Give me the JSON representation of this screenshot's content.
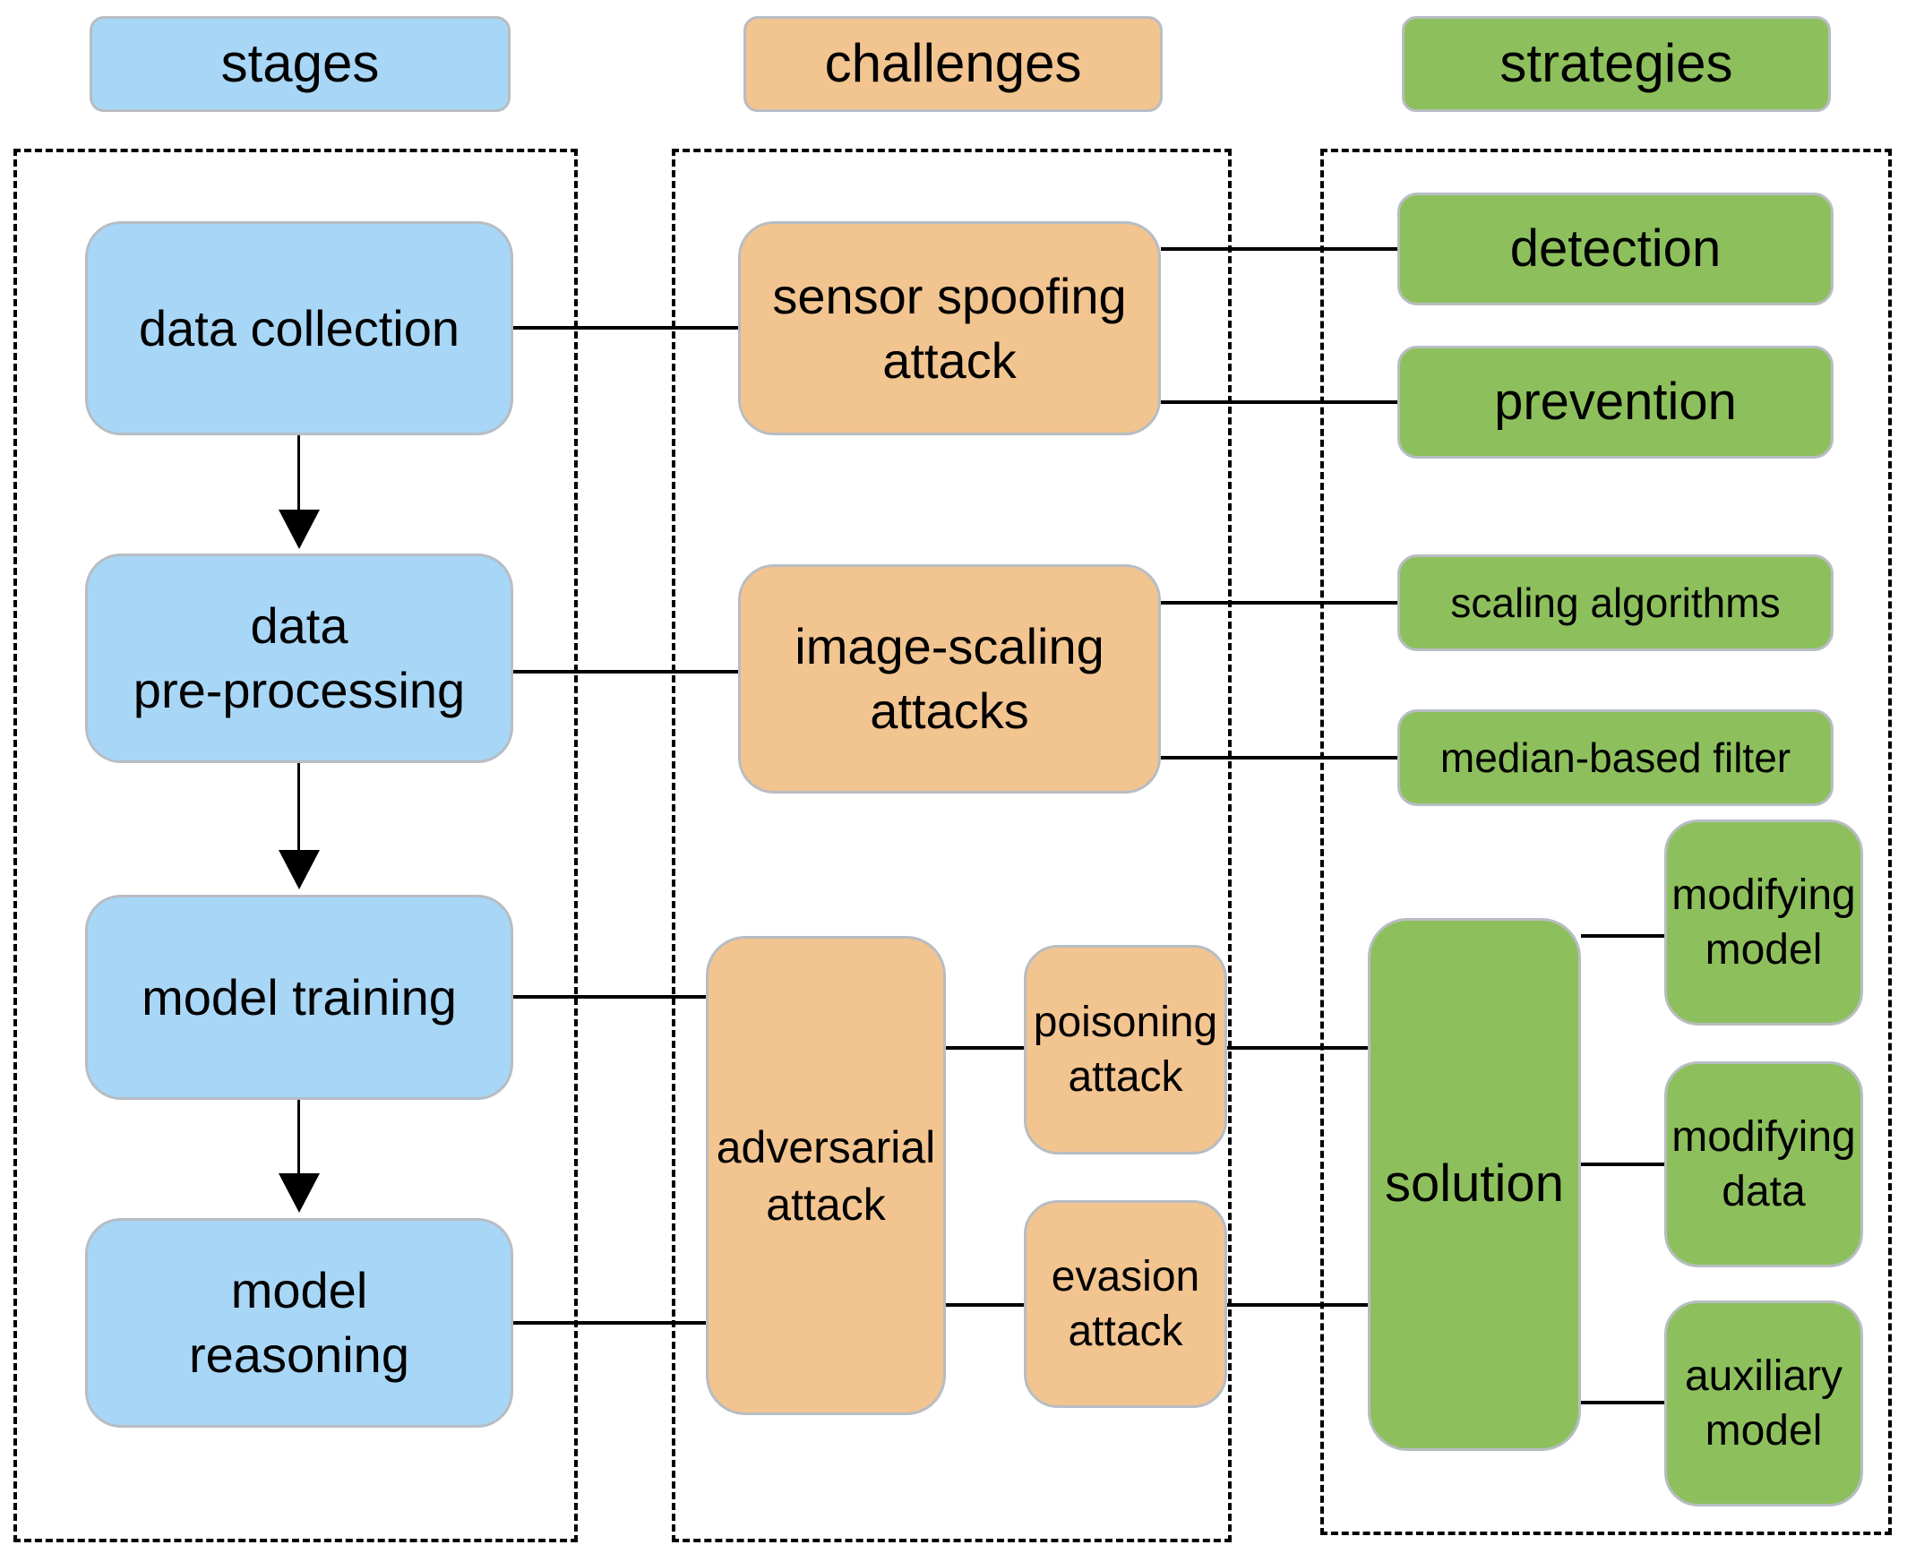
{
  "headers": {
    "stages": "stages",
    "challenges": "challenges",
    "strategies": "strategies"
  },
  "stages": {
    "data_collection": "data collection",
    "data_preprocessing": "data\npre-processing",
    "model_training": "model training",
    "model_reasoning": "model\nreasoning"
  },
  "challenges": {
    "sensor_spoofing": "sensor spoofing\nattack",
    "image_scaling": "image-scaling\nattacks",
    "adversarial": "adversarial\nattack",
    "poisoning": "poisoning\nattack",
    "evasion": "evasion\nattack"
  },
  "strategies": {
    "detection": "detection",
    "prevention": "prevention",
    "scaling_algorithms": "scaling algorithms",
    "median_filter": "median-based filter",
    "solution": "solution",
    "modifying_model": "modifying\nmodel",
    "modifying_data": "modifying\ndata",
    "auxiliary_model": "auxiliary\nmodel"
  },
  "colors": {
    "stage_fill": "#a8d6f6",
    "challenge_fill": "#f2c490",
    "strategy_fill": "#8dc05c",
    "box_border": "#b7bdc3",
    "line": "#000000",
    "background": "#ffffff"
  }
}
